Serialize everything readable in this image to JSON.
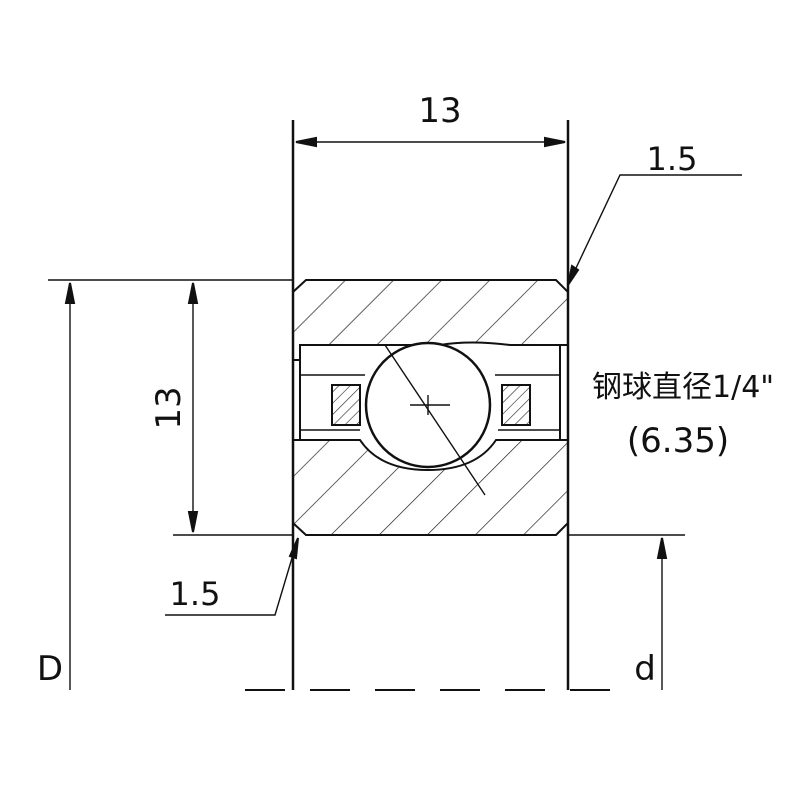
{
  "dimensions": {
    "width_top": "13",
    "height_left": "13",
    "chamfer_top": "1.5",
    "chamfer_bottom": "1.5",
    "outer_diameter": "D",
    "inner_diameter": "d"
  },
  "ball_note": {
    "line1": "钢球直径1/4\"",
    "line2": "(6.35)"
  }
}
